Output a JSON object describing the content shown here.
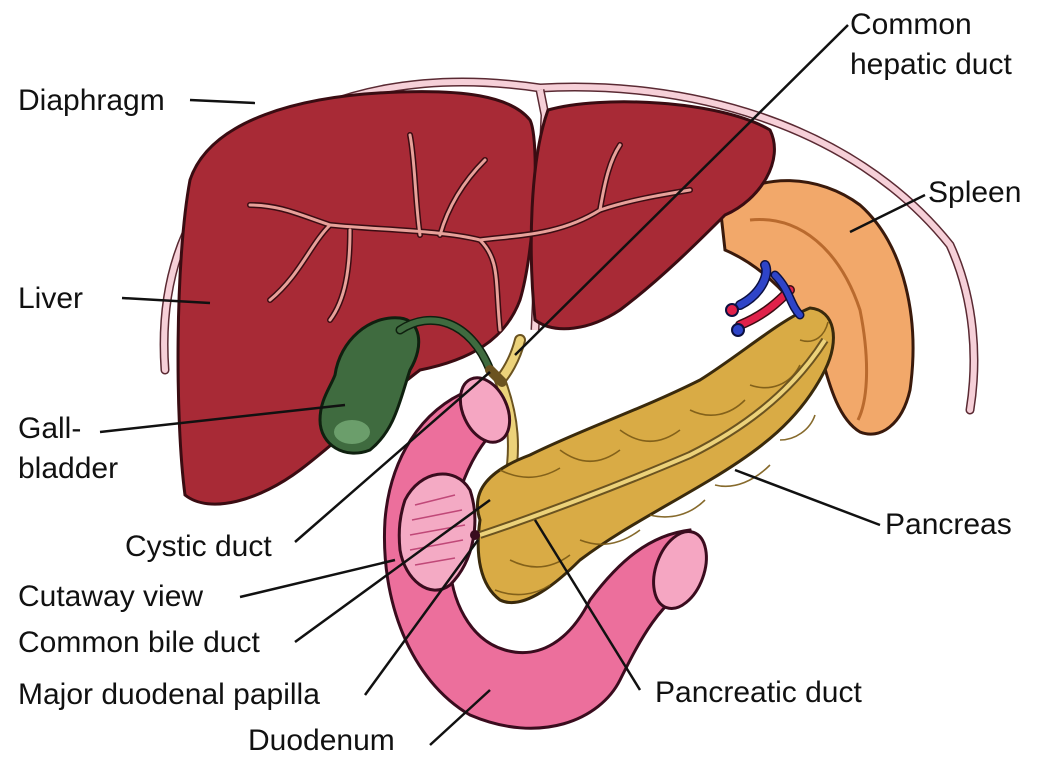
{
  "colors": {
    "liver": "#a82a36",
    "liver_edge": "#3a0c12",
    "vessel": "#e8a19a",
    "diaphragm": "#f6d0d8",
    "gallbladder": "#3f6b3f",
    "bile_duct": "#ecd27a",
    "spleen": "#f2a86a",
    "pancreas": "#d9ab45",
    "duodenum": "#ec6f9c",
    "artery": "#e0214a",
    "vein": "#2e44c8",
    "leader_line": "#111111"
  },
  "labels": {
    "common_hepatic_duct_1": "Common",
    "common_hepatic_duct_2": "hepatic duct",
    "diaphragm": "Diaphragm",
    "spleen": "Spleen",
    "liver": "Liver",
    "gallbladder_1": "Gall-",
    "gallbladder_2": "bladder",
    "pancreas": "Pancreas",
    "cystic_duct": "Cystic duct",
    "cutaway_view": "Cutaway view",
    "common_bile_duct": "Common bile duct",
    "major_duodenal_papilla": "Major duodenal papilla",
    "pancreatic_duct": "Pancreatic duct",
    "duodenum": "Duodenum"
  }
}
